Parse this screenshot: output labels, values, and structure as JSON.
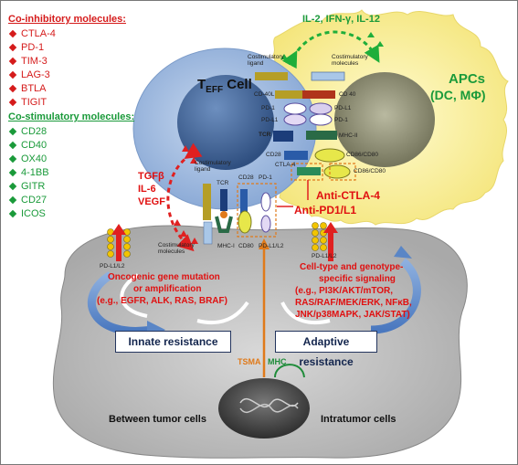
{
  "coinhibitory": {
    "title": "Co-inhibitory molecules:",
    "items": [
      "CTLA-4",
      "PD-1",
      "TIM-3",
      "LAG-3",
      "BTLA",
      "TIGIT"
    ]
  },
  "costimulatory": {
    "title": "Co-stimulatory molecules:",
    "items": [
      "CD28",
      "CD40",
      "OX40",
      "4-1BB",
      "GITR",
      "CD27",
      "ICOS"
    ]
  },
  "cytokines_top": "IL-2, IFN-γ, IL-12",
  "apc": {
    "line1": "APCs",
    "line2": "(DC, MΦ)"
  },
  "teff": {
    "main": "T",
    "sub": "EFF",
    "rest": " Cell"
  },
  "suppressive": [
    "TGFβ",
    "IL-6",
    "VEGF"
  ],
  "receptors": {
    "costim_ligand_top": "Costimulatory\nligand",
    "costim_molecules_top": "Costimulatory\nmolecules",
    "cd40l": "CD-40L",
    "cd40": "CD 40",
    "pd1_a": "PD-1",
    "pdl1_a": "PD-L1",
    "pdl1_b": "PD-L1",
    "pd1_b": "PD-1",
    "tcr": "TCR",
    "mhc2": "MHC-II",
    "cd28": "CD28",
    "cd86_80_a": "CD86/CD80",
    "ctla4": "CTLA-4",
    "cd86_80_b": "CD86/CD80",
    "costim_ligand_low": "Costimulatory\nligand",
    "tcr_low": "TCR",
    "cd28_low": "CD28",
    "pd1_low": "PD-1",
    "mhc1": "MHC-I",
    "cd80": "CD80",
    "pdl1l2_low": "PD-L1/L2",
    "costim_molecules_low": "Costimulatory\nmolecules",
    "pdl1l2_left": "PD-L1/L2",
    "pdl1l2_right": "PD-L1/L2"
  },
  "antibodies": {
    "a": "Anti-CTLA-4",
    "b": "Anti-PD1/L1"
  },
  "oncogenic": {
    "l1": "Oncogenic gene mutation",
    "l2": "or amplification",
    "l3": "(e.g., EGFR, ALK, RAS, BRAF)"
  },
  "signaling": {
    "l1": "Cell-type and genotype-",
    "l2": "specific signaling",
    "l3": "(e.g., PI3K/AKT/mTOR,",
    "l4": "RAS/RAF/MEK/ERK, NFκB,",
    "l5": "JNK/p38MAPK, JAK/STAT)"
  },
  "innate": "Innate resistance",
  "adaptive": "Adaptive resistance",
  "tsma": "TSMA",
  "mhc": "MHC",
  "between": "Between tumor cells",
  "intra": "Intratumor cells"
}
